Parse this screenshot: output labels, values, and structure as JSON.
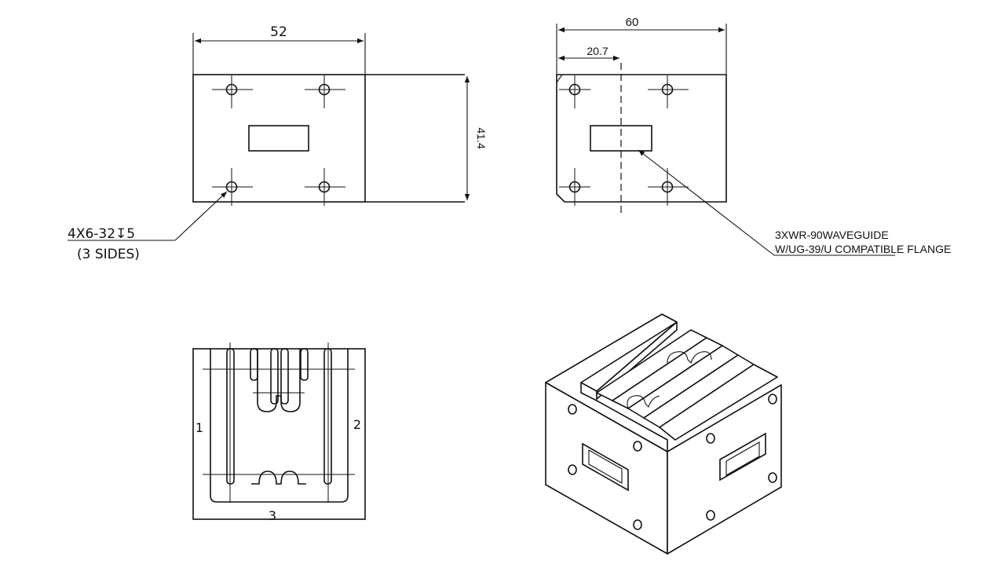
{
  "dimensions": {
    "width_front": "52",
    "height_front": "41.4",
    "width_side": "60",
    "offset_side": "20.7"
  },
  "callouts": {
    "holes_line1": "4X6-32↧5",
    "holes_line2": "(3 SIDES)",
    "flange_line1": "3XWR-90WAVEGUIDE",
    "flange_line2": "W/UG-39/U COMPATIBLE FLANGE"
  },
  "side_labels": {
    "left": "1",
    "right": "2",
    "bottom": "3"
  },
  "colors": {
    "line": "#111111",
    "background": "#ffffff"
  }
}
